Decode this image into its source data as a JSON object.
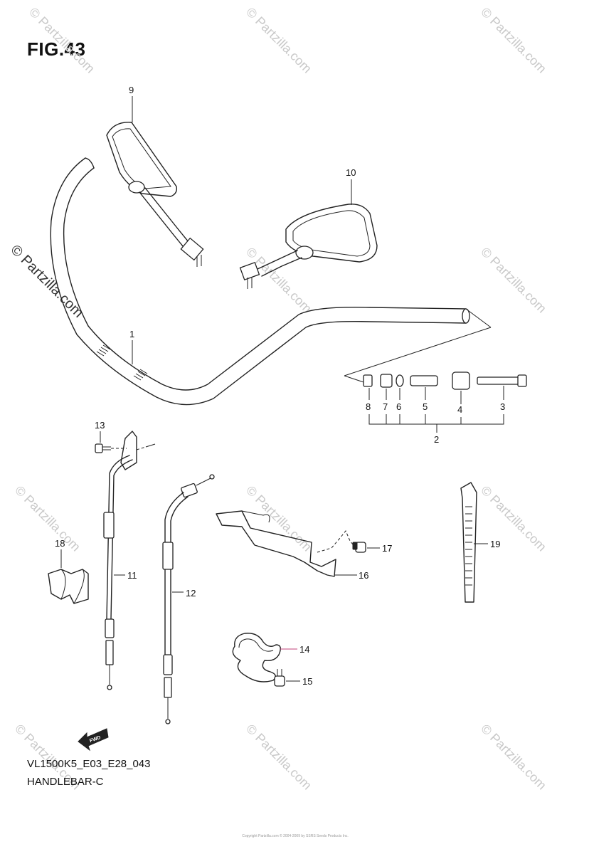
{
  "figure": {
    "title": "FIG.43",
    "model_code": "VL1500K5_E03_E28_043",
    "name": "HANDLEBAR-C",
    "copyright": "Copyright\nPartzilla.com © 2004-2009 by SSRS Seeds Products Inc."
  },
  "watermark": {
    "text": "© Partzilla.com",
    "strong_text": "© Partzilla.com"
  },
  "callouts": {
    "c1": "1",
    "c2": "2",
    "c3": "3",
    "c4": "4",
    "c5": "5",
    "c6": "6",
    "c7": "7",
    "c8": "8",
    "c9": "9",
    "c10": "10",
    "c11": "11",
    "c12": "12",
    "c13": "13",
    "c14": "14",
    "c15": "15",
    "c16": "16",
    "c17": "17",
    "c18": "18",
    "c19": "19"
  },
  "fwd_arrow": "FWD",
  "colors": {
    "line": "#222222",
    "watermark": "#c9c9c9",
    "accent_leader": "#c0407a"
  }
}
